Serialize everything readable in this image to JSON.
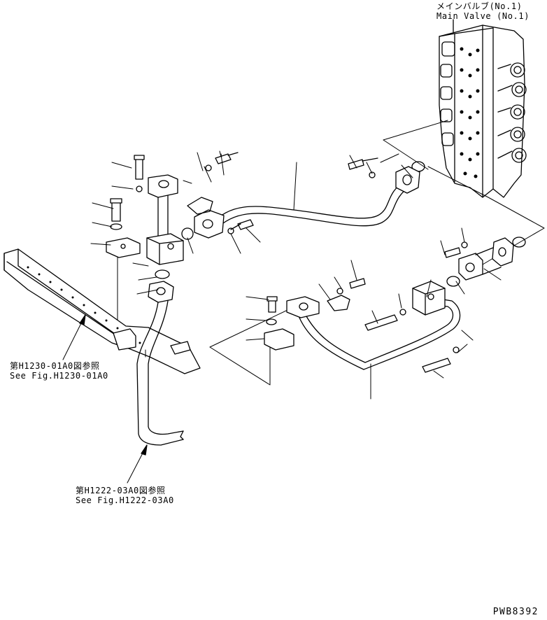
{
  "labels": {
    "main_valve_jp": "メインバルブ(No.1)",
    "main_valve_en": "Main Valve (No.1)",
    "ref_h1230_jp": "第H1230-01A0図参照",
    "ref_h1230_en": "See Fig.H1230-01A0",
    "ref_h1222_jp": "第H1222-03A0図参照",
    "ref_h1222_en": "See Fig.H1222-03A0",
    "drawing_code": "PWB8392"
  },
  "colors": {
    "line": "#000000",
    "background": "#ffffff"
  }
}
